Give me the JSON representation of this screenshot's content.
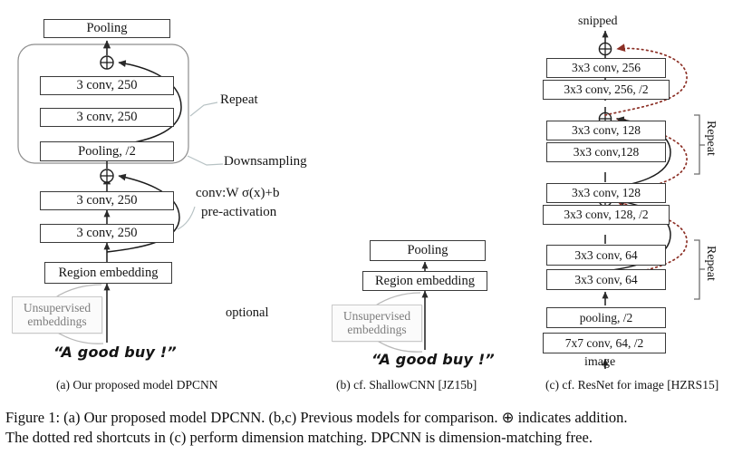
{
  "figure": {
    "caption_line1": "Figure 1:  (a) Our proposed model DPCNN. (b,c) Previous models for comparison.  ⊕ indicates addition.",
    "caption_line2": "The dotted red shortcuts in (c) perform dimension matching. DPCNN is dimension-matching free.",
    "colors": {
      "box_stroke": "#3a3a3a",
      "shortcut_solid": "#1a1a1a",
      "shortcut_dotted_red": "#8c3026",
      "ghost_stroke": "#c9c9c9"
    }
  },
  "panel_a": {
    "subcaption": "(a)  Our proposed model DPCNN",
    "boxes": [
      {
        "label": "Pooling"
      },
      {
        "label": "3 conv, 250"
      },
      {
        "label": "3 conv, 250"
      },
      {
        "label": "Pooling, /2"
      },
      {
        "label": "3 conv, 250"
      },
      {
        "label": "3 conv, 250"
      },
      {
        "label": "Region embedding"
      }
    ],
    "ghost_box": "Unsupervised embeddings",
    "input_text": "“A good buy !”",
    "annotations": {
      "repeat": "Repeat",
      "downsampling": "Downsampling",
      "conv_formula": "conv:W σ(x)+b",
      "pre_activation": "pre-activation",
      "optional": "optional"
    },
    "adder_symbol": "⊕"
  },
  "panel_b": {
    "subcaption": "(b)  cf. ShallowCNN [JZ15b]",
    "boxes": [
      {
        "label": "Pooling"
      },
      {
        "label": "Region embedding"
      }
    ],
    "ghost_box": "Unsupervised embeddings",
    "input_text": "“A good buy !”"
  },
  "panel_c": {
    "subcaption": "(c)  cf. ResNet for image [HZRS15]",
    "top_label": "snipped",
    "bottom_label": "image",
    "boxes": [
      {
        "label": "3x3 conv, 256"
      },
      {
        "label": "3x3 conv, 256, /2"
      },
      {
        "label": "3x3 conv, 128"
      },
      {
        "label": "3x3 conv,128"
      },
      {
        "label": "3x3 conv, 128"
      },
      {
        "label": "3x3 conv, 128, /2"
      },
      {
        "label": "3x3 conv, 64"
      },
      {
        "label": "3x3 conv, 64"
      },
      {
        "label": "pooling, /2"
      },
      {
        "label": "7x7 conv, 64, /2"
      }
    ],
    "repeat_labels": [
      "Repeat",
      "Repeat"
    ],
    "adder_symbol": "⊕"
  }
}
